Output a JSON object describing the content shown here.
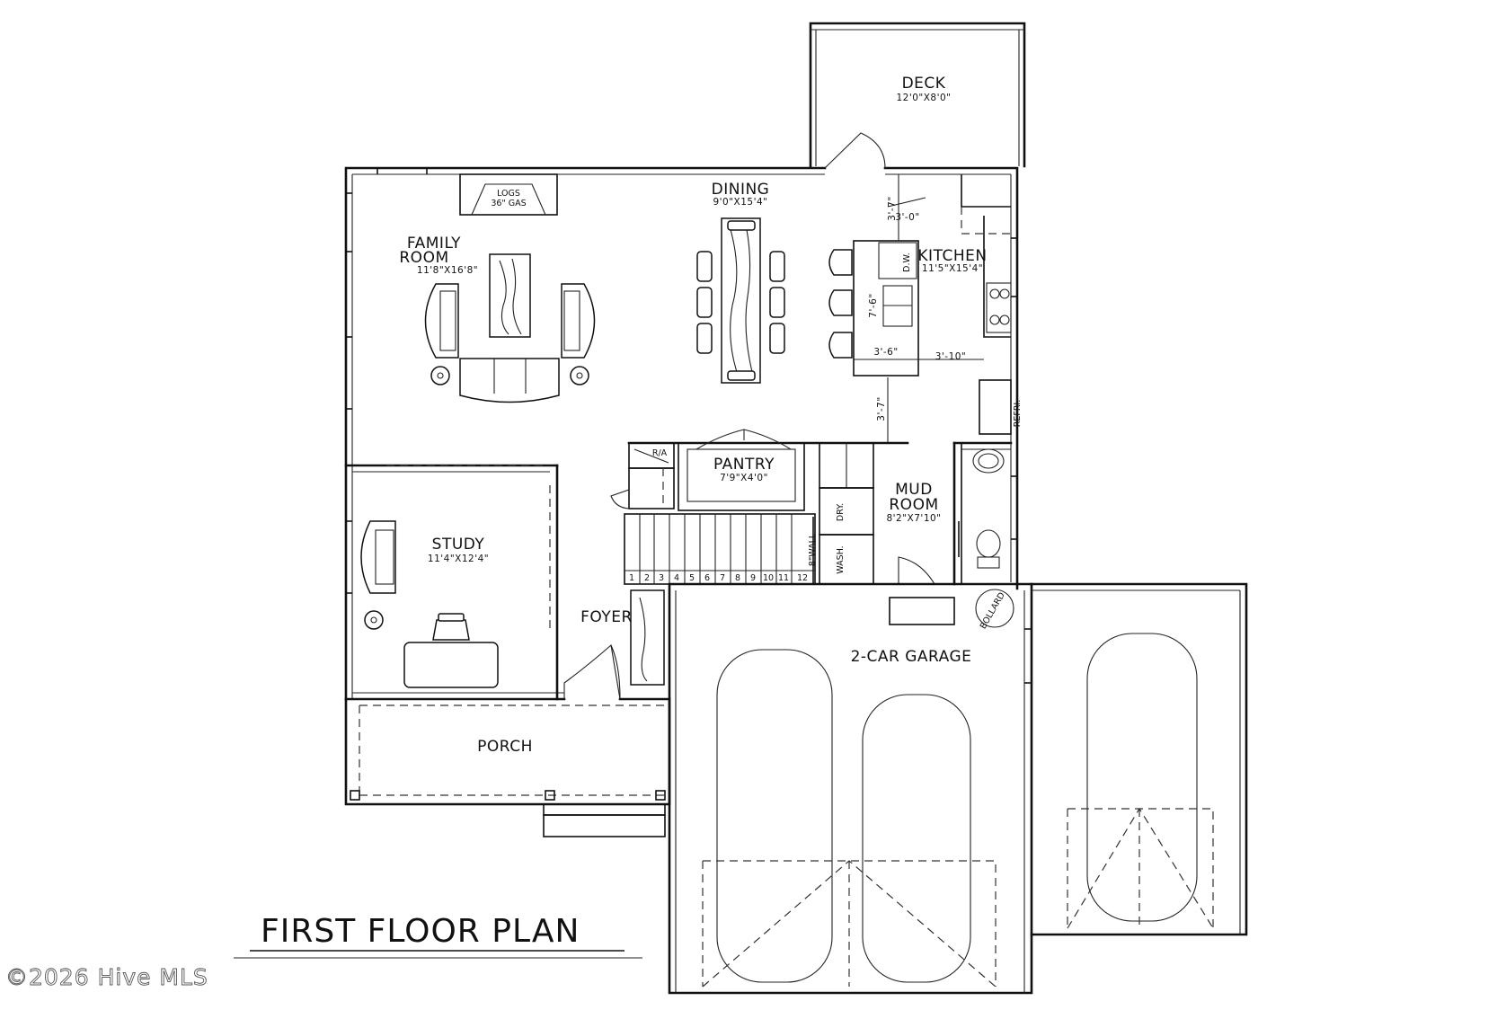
{
  "plan": {
    "title": "FIRST FLOOR PLAN",
    "copyright": "©2026 Hive MLS"
  },
  "rooms": {
    "deck": {
      "name": "DECK",
      "size": "12'0\"X8'0\""
    },
    "dining": {
      "name": "DINING",
      "size": "9'0\"X15'4\""
    },
    "family": {
      "name_line1": "FAMILY",
      "name_line2": "ROOM",
      "size": "11'8\"X16'8\""
    },
    "kitchen": {
      "name": "KITCHEN",
      "size": "11'5\"X15'4\""
    },
    "pantry": {
      "name": "PANTRY",
      "size": "7'9\"X4'0\""
    },
    "mud": {
      "name_line1": "MUD",
      "name_line2": "ROOM",
      "size": "8'2\"X7'10\""
    },
    "study": {
      "name": "STUDY",
      "size": "11'4\"X12'4\""
    },
    "foyer": {
      "name": "FOYER"
    },
    "porch": {
      "name": "PORCH"
    },
    "garage": {
      "name": "2-CAR GARAGE"
    }
  },
  "fixtures": {
    "logs": "LOGS",
    "gas": "36\" GAS",
    "dw": "D.W.",
    "refri": "REFRI.",
    "ra": "R/A",
    "dry": "DRY.",
    "wash": "WASH.",
    "wall": "8\"WALL",
    "bollard": "BOLLARD"
  },
  "dimensions": {
    "d1": "3'-7\"",
    "d2": "3'-0\"",
    "d3": "7'-6\"",
    "d4": "3'-6\"",
    "d5": "3'-10\"",
    "d6": "3'-7\""
  },
  "stairs": {
    "steps": [
      "1",
      "2",
      "3",
      "4",
      "5",
      "6",
      "7",
      "8",
      "9",
      "10",
      "11",
      "12"
    ]
  }
}
